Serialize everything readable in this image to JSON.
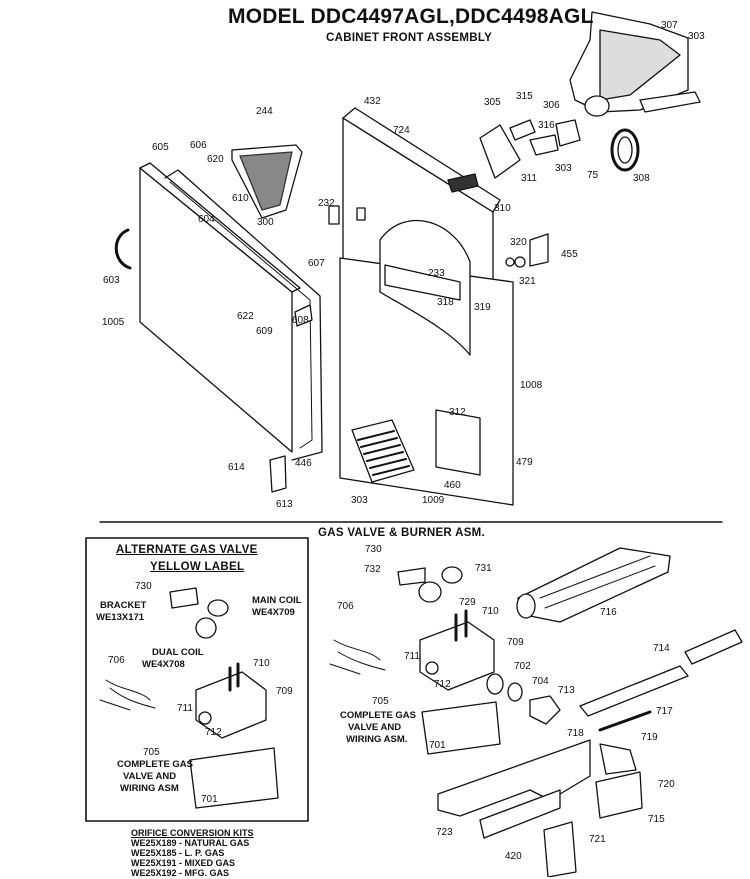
{
  "title": "MODEL DDC4497AGL,DDC4498AGL",
  "subtitle": "CABINET FRONT ASSEMBLY",
  "section2_title": "GAS VALVE & BURNER ASM.",
  "alt_box": {
    "title_line1": "ALTERNATE GAS VALVE",
    "title_line2": "YELLOW LABEL",
    "bracket": [
      "BRACKET",
      "WE13X171"
    ],
    "main_coil": [
      "MAIN COIL",
      "WE4X709"
    ],
    "dual_coil": [
      "DUAL COIL",
      "WE4X708"
    ],
    "complete": [
      "COMPLETE GAS",
      "VALVE AND",
      "WIRING ASM"
    ]
  },
  "main_complete": [
    "COMPLETE GAS",
    "VALVE AND",
    "WIRING ASM."
  ],
  "kits": {
    "title": "ORIFICE CONVERSION KITS",
    "lines": [
      "WE25X189 - NATURAL GAS",
      "WE25X185 - L. P. GAS",
      "WE25X191 - MIXED GAS",
      "WE25X192 - MFG. GAS"
    ]
  },
  "parts": {
    "p307": "307",
    "p303a": "303",
    "p432": "432",
    "p724": "724",
    "p244": "244",
    "p605": "605",
    "p606": "606",
    "p620": "620",
    "p305": "305",
    "p315": "315",
    "p306": "306",
    "p316": "316",
    "p308": "308",
    "p311": "311",
    "p303b": "303",
    "p75": "75",
    "p310": "310",
    "p300": "300",
    "p610": "610",
    "p604": "604",
    "p232": "232",
    "p320": "320",
    "p455": "455",
    "p321": "321",
    "p233": "233",
    "p603": "603",
    "p607": "607",
    "p318": "318",
    "p319": "319",
    "p622": "622",
    "p609": "609",
    "p608": "608",
    "p1005": "1005",
    "p1008": "1008",
    "p312": "312",
    "p479": "479",
    "p614": "614",
    "p446": "446",
    "p613": "613",
    "p303c": "303",
    "p1009": "1009",
    "p460": "460",
    "p730a": "730",
    "p732": "732",
    "p731": "731",
    "p729": "729",
    "p716": "716",
    "p706a": "706",
    "p710a": "710",
    "p709a": "709",
    "p711a": "711",
    "p712a": "712",
    "p702": "702",
    "p704": "704",
    "p714": "714",
    "p705a": "705",
    "p713": "713",
    "p717": "717",
    "p701a": "701",
    "p718": "718",
    "p719": "719",
    "p720": "720",
    "p723": "723",
    "p721": "721",
    "p715": "715",
    "p420": "420",
    "p730b": "730",
    "p706b": "706",
    "p710b": "710",
    "p709b": "709",
    "p711b": "711",
    "p712b": "712",
    "p705b": "705",
    "p701b": "701"
  }
}
